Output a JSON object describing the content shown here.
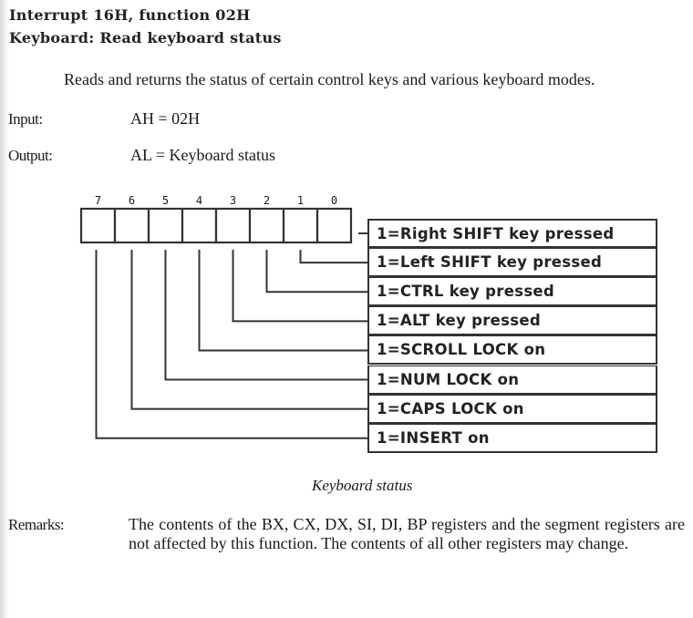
{
  "header": {
    "line1": "Interrupt 16H, function 02H",
    "line2": "Keyboard: Read keyboard status"
  },
  "description": "Reads and returns the status of certain control keys and various keyboard modes.",
  "input": {
    "label": "Input:",
    "value": "AH =  02H"
  },
  "output": {
    "label": "Output:",
    "value": "AL =  Keyboard status"
  },
  "diagram": {
    "bit_numbers": [
      "7",
      "6",
      "5",
      "4",
      "3",
      "2",
      "1",
      "0"
    ],
    "rows": [
      "1=Right SHIFT key pressed",
      "1=Left SHIFT key pressed",
      "1=CTRL key pressed",
      "1=ALT key pressed",
      "1=SCROLL LOCK on",
      "1=NUM LOCK on",
      "1=CAPS LOCK on",
      "1=INSERT on"
    ],
    "caption": "Keyboard status"
  },
  "remarks": {
    "label": "Remarks:",
    "text": "The contents of the BX, CX, DX, SI, DI, BP registers and the segment registers are not affected by this function. The contents of all other registers may change."
  }
}
